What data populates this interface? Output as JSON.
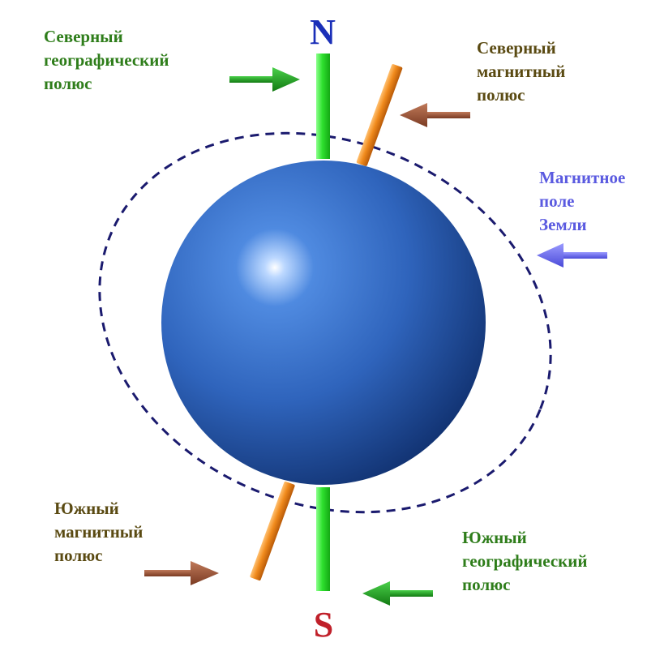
{
  "poles": {
    "north_letter": "N",
    "south_letter": "S"
  },
  "labels": {
    "north_geographic": [
      "Северный",
      "географический",
      "полюс"
    ],
    "north_magnetic": [
      "Северный",
      "магнитный",
      "полюс"
    ],
    "magnetic_field": [
      "Магнитное",
      "поле",
      "Земли"
    ],
    "south_magnetic": [
      "Южный",
      "магнитный",
      "полюс"
    ],
    "south_geographic": [
      "Южный",
      "географический",
      "полюс"
    ]
  },
  "colors": {
    "geographic_label": "#2e7d1a",
    "magnetic_label": "#5a4a12",
    "field_label": "#5a5ae0",
    "north_letter": "#1a2fb8",
    "south_letter": "#c0202a",
    "geographic_axis": "#22dd22",
    "magnetic_axis": "#f07f1a",
    "field_line": "#1a1a6e",
    "globe": "#3f78d0"
  }
}
